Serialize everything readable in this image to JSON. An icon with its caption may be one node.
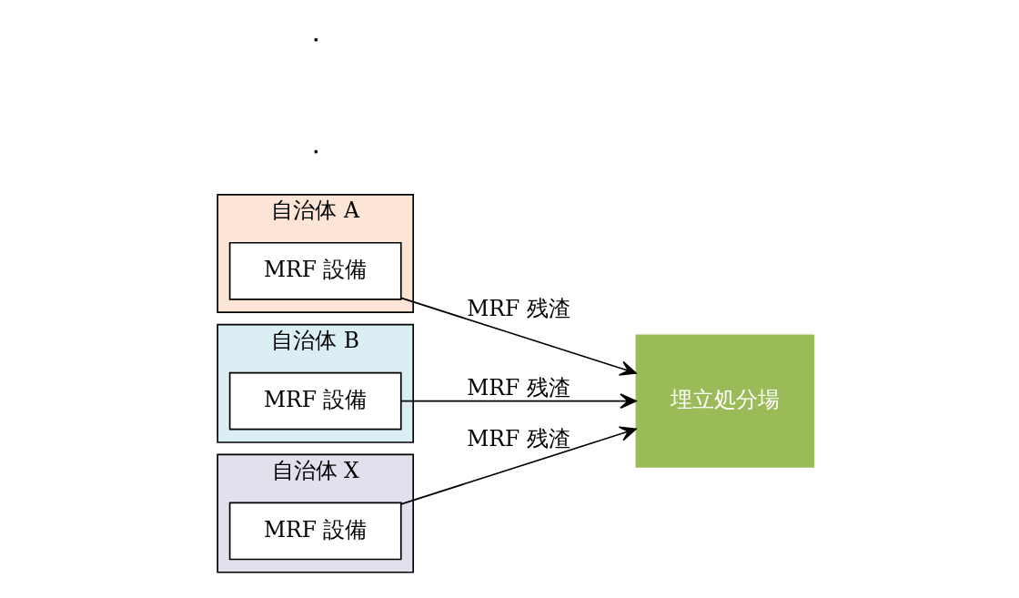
{
  "diagram": {
    "nodes": [
      {
        "text": [
          "自治体 A"
        ]
      },
      {
        "text": [
          "MRF 設備"
        ],
        "in": 0
      },
      {
        "text": [
          "自治体 B"
        ]
      },
      {
        "text": [
          "MRF 設備"
        ],
        "in": 2
      },
      {
        "text": [
          "自治体 X"
        ]
      },
      {
        "text": [
          "MRF 設備"
        ],
        "in": 4
      },
      {
        "text": [
          "埋立処分場"
        ]
      }
    ],
    "edges": [
      {
        "from": 1,
        "to": 6,
        "arrow": "to",
        "label": "MRF 残渣"
      },
      {
        "from": 3,
        "to": 6,
        "arrow": "to",
        "label": "MRF 残渣"
      },
      {
        "from": 5,
        "to": 6,
        "arrow": "to",
        "label": "MRF 残渣"
      }
    ],
    "labels": [
      "・",
      "・"
    ]
  }
}
